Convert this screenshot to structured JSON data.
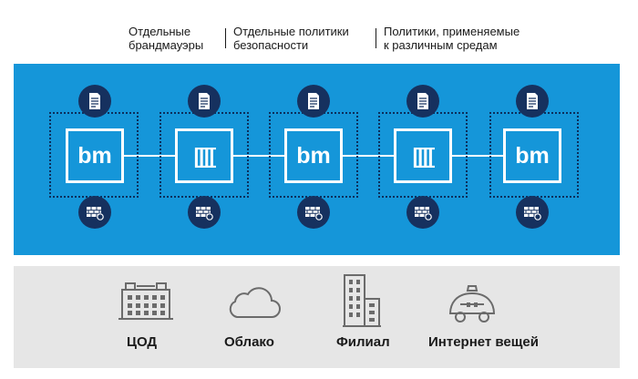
{
  "header": {
    "col1_line1": "Отдельные",
    "col1_line2": "брандмауэры",
    "col2_line1": "Отдельные политики",
    "col2_line2": "безопасности",
    "col3_line1": "Политики, применяемые",
    "col3_line2": "к различным средам"
  },
  "nodes": [
    {
      "label": "bm",
      "type": "host"
    },
    {
      "label": "[[[[",
      "type": "firewall"
    },
    {
      "label": "bm",
      "type": "host"
    },
    {
      "label": "[[[[",
      "type": "firewall"
    },
    {
      "label": "bm",
      "type": "host"
    }
  ],
  "environments": [
    {
      "label": "ЦОД",
      "icon": "datacenter-icon"
    },
    {
      "label": "Облако",
      "icon": "cloud-icon"
    },
    {
      "label": "Филиал",
      "icon": "building-icon"
    },
    {
      "label": "Интернет вещей",
      "icon": "car-icon"
    }
  ],
  "colors": {
    "blue_panel": "#1596d9",
    "navy": "#16315f",
    "grey_panel": "#e6e6e6",
    "icon_grey": "#6b6b6b"
  }
}
